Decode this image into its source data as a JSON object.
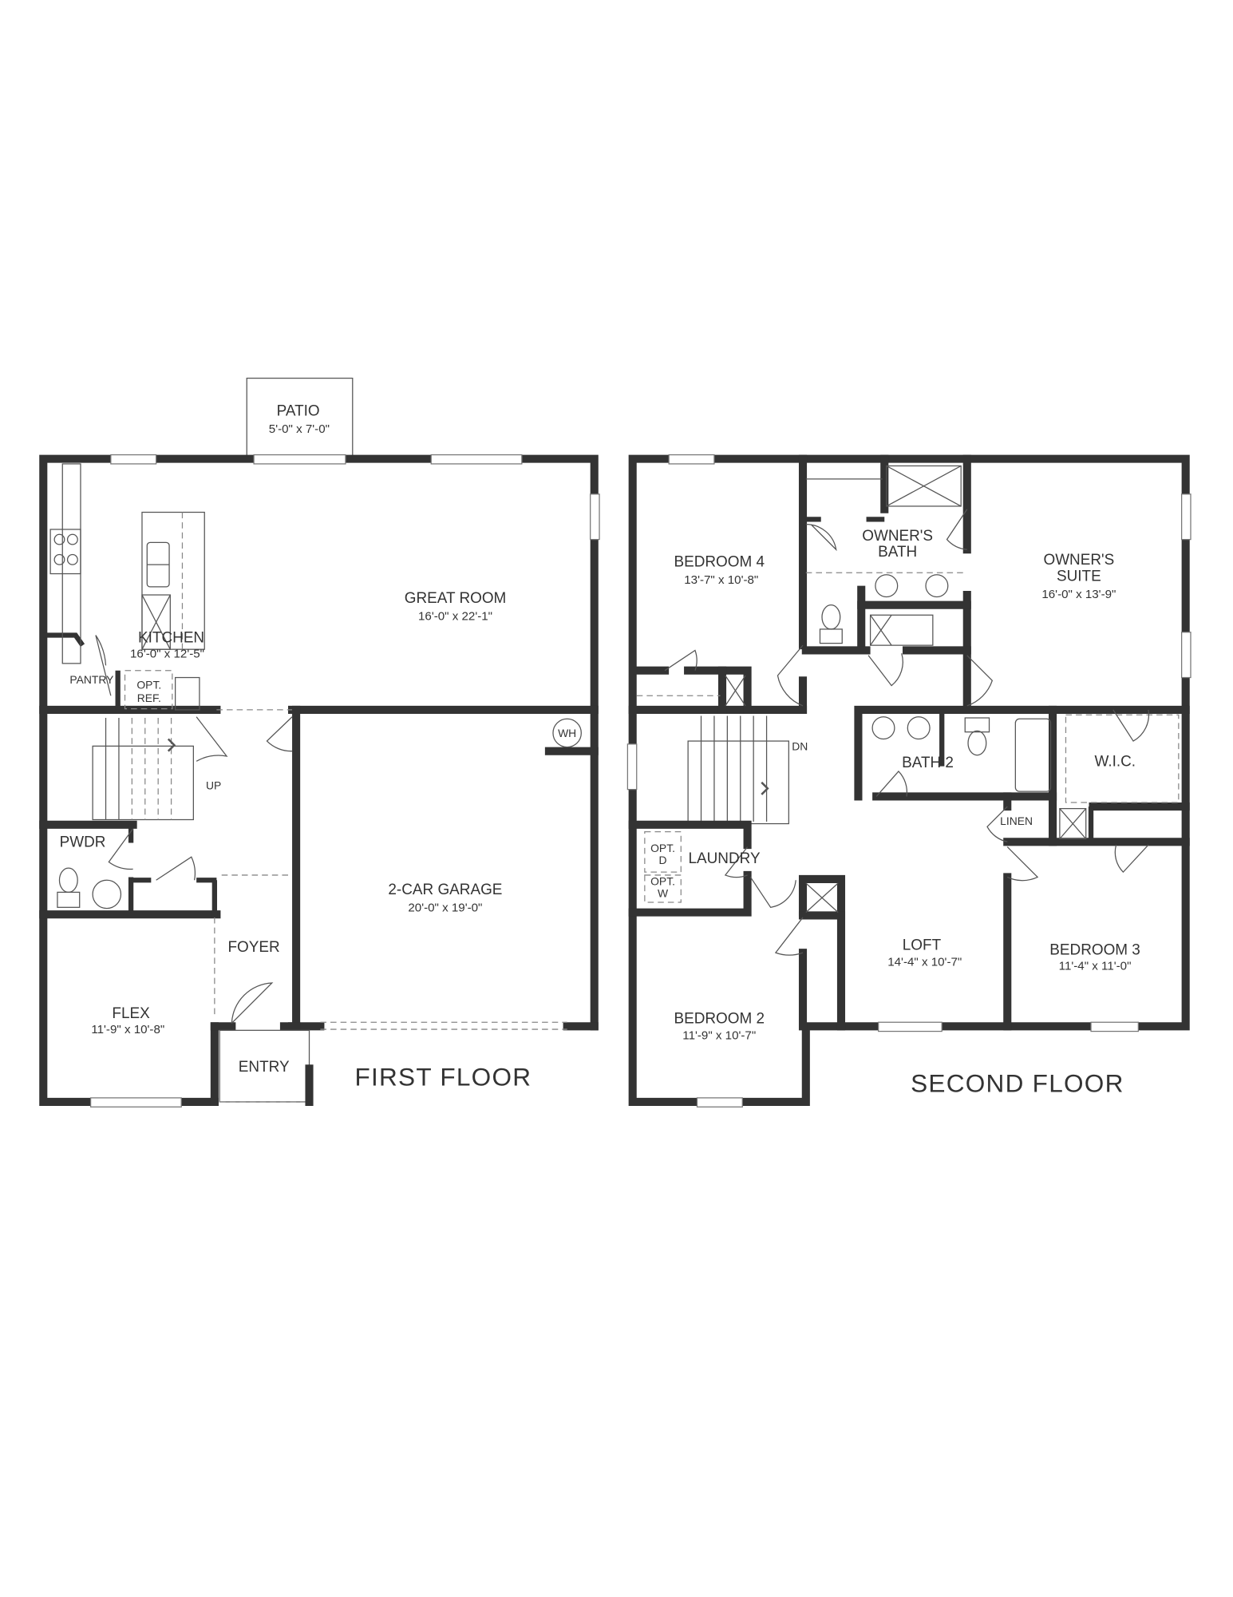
{
  "first_floor": {
    "title": "FIRST FLOOR",
    "rooms": {
      "patio": {
        "name": "PATIO",
        "size": "5'-0\" x 7'-0\""
      },
      "great_room": {
        "name": "GREAT ROOM",
        "size": "16'-0\" x 22'-1\""
      },
      "kitchen": {
        "name": "KITCHEN",
        "size": "16'-0\" x 12'-5\""
      },
      "pantry": {
        "name": "PANTRY"
      },
      "opt_ref": {
        "line1": "OPT.",
        "line2": "REF."
      },
      "wh": {
        "name": "WH"
      },
      "stairs": {
        "label": "UP"
      },
      "pwdr": {
        "name": "PWDR"
      },
      "garage": {
        "name": "2-CAR GARAGE",
        "size": "20'-0\" x 19'-0\""
      },
      "foyer": {
        "name": "FOYER"
      },
      "flex": {
        "name": "FLEX",
        "size": "11'-9\" x 10'-8\""
      },
      "entry": {
        "name": "ENTRY"
      }
    }
  },
  "second_floor": {
    "title": "SECOND FLOOR",
    "rooms": {
      "bedroom4": {
        "name": "BEDROOM 4",
        "size": "13'-7\" x 10'-8\""
      },
      "owners_bath": {
        "line1": "OWNER'S",
        "line2": "BATH"
      },
      "owners_suite": {
        "line1": "OWNER'S",
        "line2": "SUITE",
        "size": "16'-0\" x 13'-9\""
      },
      "stairs": {
        "label": "DN"
      },
      "bath2": {
        "name": "BATH 2"
      },
      "wic": {
        "name": "W.I.C."
      },
      "linen": {
        "name": "LINEN"
      },
      "laundry": {
        "name": "LAUNDRY"
      },
      "opt_d": {
        "line1": "OPT.",
        "line2": "D"
      },
      "opt_w": {
        "line1": "OPT.",
        "line2": "W"
      },
      "loft": {
        "name": "LOFT",
        "size": "14'-4\" x 10'-7\""
      },
      "bedroom3": {
        "name": "BEDROOM 3",
        "size": "11'-4\" x 11'-0\""
      },
      "bedroom2": {
        "name": "BEDROOM 2",
        "size": "11'-9\" x 10'-7\""
      }
    }
  },
  "colors": {
    "wall": "#333333",
    "background": "#ffffff"
  }
}
